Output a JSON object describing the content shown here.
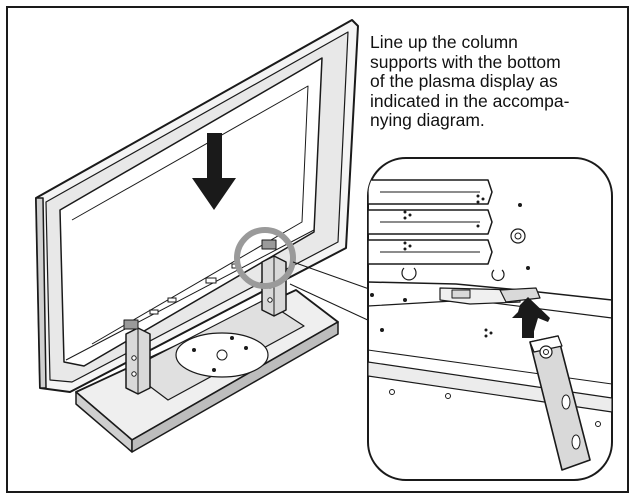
{
  "instruction": {
    "lines": [
      "Line up the column",
      "supports with the bottom",
      "of the plasma display as",
      "indicated in the accompa-",
      "nying diagram."
    ]
  },
  "colors": {
    "line": "#1a1a1a",
    "stand_fill": "#d9d9d9",
    "highlight_circle": "#9a9a9a",
    "screen_bezel": "#e8e8e8"
  },
  "icons": {
    "down_arrow": "arrow-down-icon",
    "up_arrow": "arrow-up-icon",
    "zoom_callout": "magnify-circle-icon"
  }
}
